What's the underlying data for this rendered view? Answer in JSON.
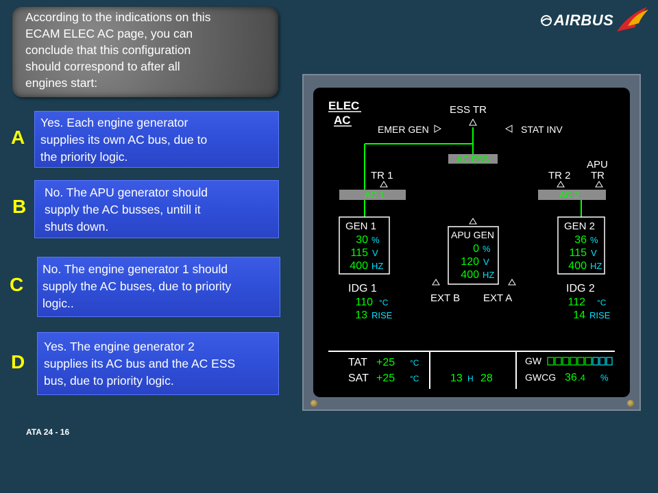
{
  "question": {
    "lines": [
      "According to the indications on this",
      "ECAM ELEC AC page, you can",
      "conclude that this configuration",
      "should correspond to after all",
      "engines start:"
    ]
  },
  "logo": {
    "text": "AIRBUS",
    "icon": "airbus-logo-icon"
  },
  "answers": [
    {
      "letter": "A",
      "lines": [
        "Yes. Each engine generator",
        "supplies its own AC bus, due to",
        "the priority logic."
      ]
    },
    {
      "letter": "B",
      "lines": [
        "No. The APU  generator should",
        "supply the AC busses, untill it",
        "shuts down."
      ]
    },
    {
      "letter": "C",
      "lines": [
        "No. The engine generator 1 should",
        "supply the AC buses, due to priority",
        "logic.."
      ]
    },
    {
      "letter": "D",
      "lines": [
        "Yes. The engine generator 2",
        "supplies its AC bus and the AC ESS",
        "bus, due to priority logic."
      ]
    }
  ],
  "footer": "ATA 24 - 16",
  "ecam": {
    "page_title_1": "ELEC",
    "page_title_2": "AC",
    "ess_tr": "ESS TR",
    "emer_gen": "EMER GEN",
    "stat_inv": "STAT INV",
    "ac_ess": "AC ESS",
    "tr1": "TR 1",
    "tr2": "TR 2",
    "apu_tr_1": "APU",
    "apu_tr_2": "TR",
    "ac1": "AC 1",
    "ac2": "AC 2",
    "gen1": {
      "title": "GEN 1",
      "load": "30",
      "volt": "115",
      "freq": "400"
    },
    "gen2": {
      "title": "GEN 2",
      "load": "36",
      "volt": "115",
      "freq": "400"
    },
    "apu_gen": {
      "title": "APU GEN",
      "load": "0",
      "volt": "120",
      "freq": "400"
    },
    "units": {
      "percent": "%",
      "volt": "V",
      "hz": "HZ",
      "degc": "°C",
      "rise": "RISE"
    },
    "idg1": {
      "title": "IDG 1",
      "temp": "110",
      "rise": "13"
    },
    "idg2": {
      "title": "IDG 2",
      "temp": "112",
      "rise": "14"
    },
    "ext_b": "EXT B",
    "ext_a": "EXT A",
    "tat_label": "TAT",
    "tat_value": "+25",
    "sat_label": "SAT",
    "sat_value": "+25",
    "time_h": "13",
    "time_h_label": "H",
    "time_m": "28",
    "gw_label": "GW",
    "gwcg_label": "GWCG",
    "gwcg_value": "36",
    "gwcg_decimal": ".4"
  },
  "colors": {
    "background": "#1c3e50",
    "answer_blue": "#2f4fd8",
    "letter_yellow": "#ffff00",
    "ecam_green": "#00ff00",
    "ecam_cyan": "#00e5ff",
    "bus_gray": "#8c8c8c"
  }
}
